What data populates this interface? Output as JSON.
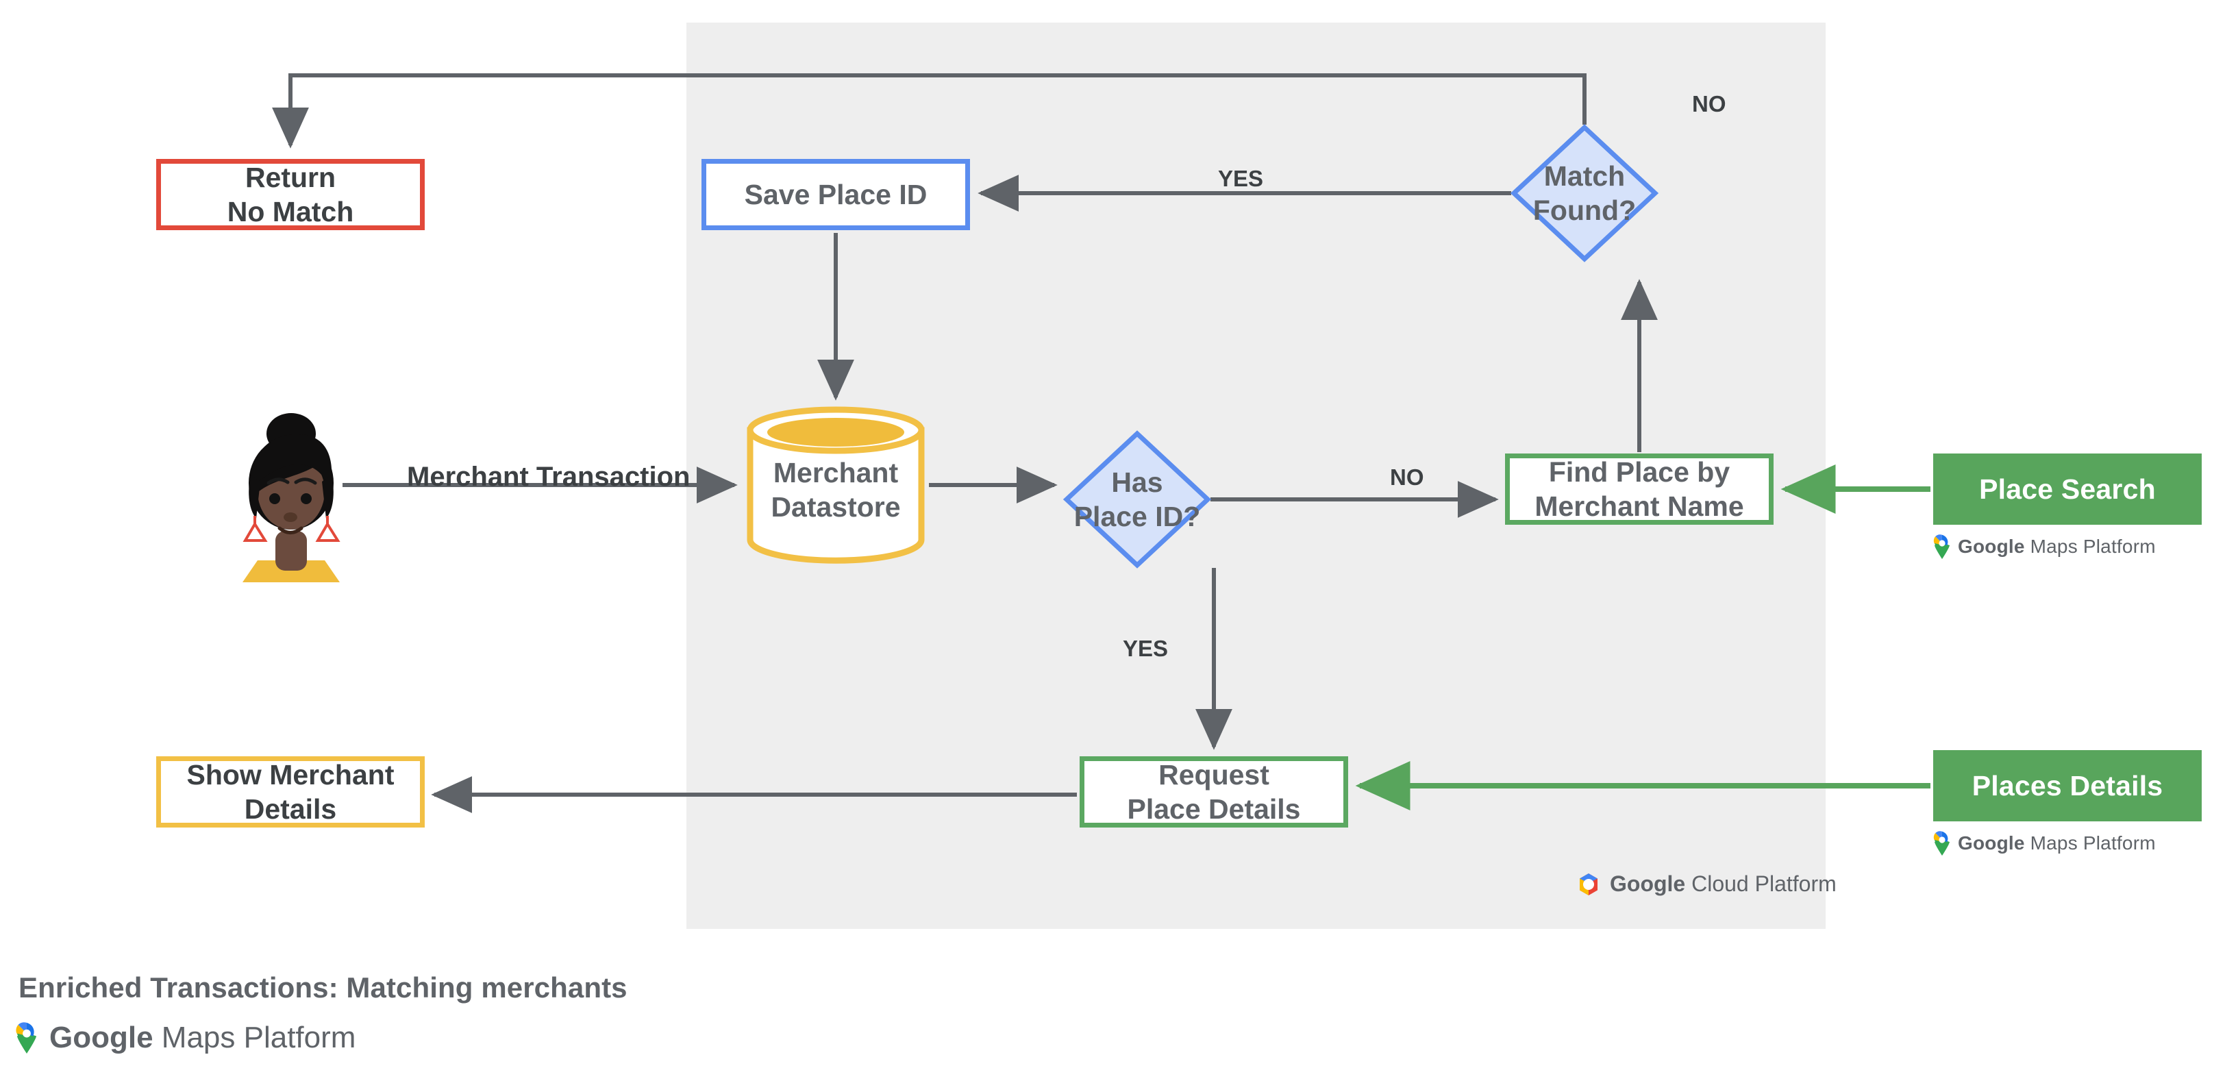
{
  "diagram": {
    "title": "Enriched Transactions: Matching merchants",
    "brand_footer": {
      "google": "Google",
      "suffix": "Maps Platform"
    },
    "panel": {
      "platform_logo_google": "Google",
      "platform_logo_suffix": "Cloud Platform"
    },
    "colors": {
      "panel_bg": "#eeeeee",
      "red": "#E2493A",
      "yellow": "#F2C045",
      "blue": "#5B8DEF",
      "blue_fill": "#D6E2FA",
      "green": "#58A55C",
      "arrow_gray": "#5f6368",
      "text_gray": "#5f6368"
    },
    "nodes": [
      {
        "id": "return-no-match",
        "label": "Return\nNo Match",
        "shape": "rect",
        "accent": "#E2493A"
      },
      {
        "id": "show-merchant-details",
        "label": "Show Merchant\nDetails",
        "shape": "rect",
        "accent": "#F2C045"
      },
      {
        "id": "save-place-id",
        "label": "Save Place ID",
        "shape": "rect",
        "accent": "#5B8DEF"
      },
      {
        "id": "merchant-datastore",
        "label": "Merchant\nDatastore",
        "shape": "cylinder",
        "accent": "#F2C045"
      },
      {
        "id": "has-place-id",
        "label": "Has\nPlace ID?",
        "shape": "diamond",
        "accent": "#5B8DEF"
      },
      {
        "id": "find-place-by-merchant-name",
        "label": "Find Place by\nMerchant Name",
        "shape": "rect",
        "accent": "#5BA861"
      },
      {
        "id": "match-found",
        "label": "Match\nFound?",
        "shape": "diamond",
        "accent": "#5B8DEF"
      },
      {
        "id": "request-place-details",
        "label": "Request\nPlace Details",
        "shape": "rect",
        "accent": "#5BA861"
      }
    ],
    "api_cards": [
      {
        "id": "place-search",
        "label": "Place Search",
        "brand_google": "Google",
        "brand_suffix": "Maps Platform"
      },
      {
        "id": "places-details",
        "label": "Places Details",
        "brand_google": "Google",
        "brand_suffix": "Maps Platform"
      }
    ],
    "edge_labels": {
      "merchant_transaction": "Merchant Transaction",
      "match_found_yes": "YES",
      "match_found_no": "NO",
      "has_place_id_no": "NO",
      "has_place_id_yes": "YES"
    },
    "actor": {
      "id": "customer-avatar",
      "description": "person illustration"
    }
  }
}
